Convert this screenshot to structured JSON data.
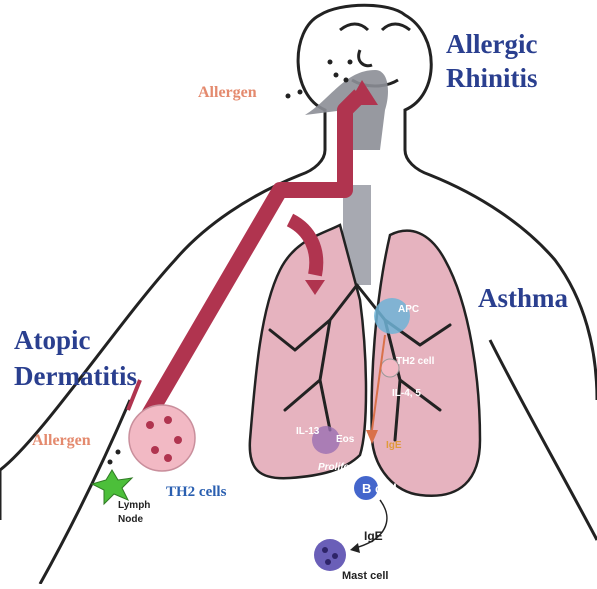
{
  "labels": {
    "allergic_rhinitis_line1": "Allergic",
    "allergic_rhinitis_line2": "Rhinitis",
    "asthma": "Asthma",
    "atopic_dermatitis_line1": "Atopic",
    "atopic_dermatitis_line2": "Dermatitis",
    "allergen_top": "Allergen",
    "allergen_left": "Allergen",
    "lymph_node_line1": "Lymph",
    "lymph_node_line2": "Node",
    "th2_cells_left": "TH2 cells",
    "apc": "APC",
    "th2_cell_lung": "TH2 cell",
    "il_45": "IL-4, 5",
    "il_13": "IL-13",
    "eos": "Eos",
    "proliferation": "Proliferation",
    "ige_lung": "IgE",
    "b_cell": "B cell",
    "ige_bottom": "IgE",
    "mast_cell": "Mast cell"
  },
  "colors": {
    "title_blue": "#2a3f8f",
    "allergen_salmon": "#e48a6e",
    "vessel_red": "#b0344f",
    "lung_pink": "#e6b3bf",
    "lymph_pink": "#f2b9c4",
    "b_cell_blue": "#4466cc",
    "apc_blue": "#6fb3d6"
  }
}
